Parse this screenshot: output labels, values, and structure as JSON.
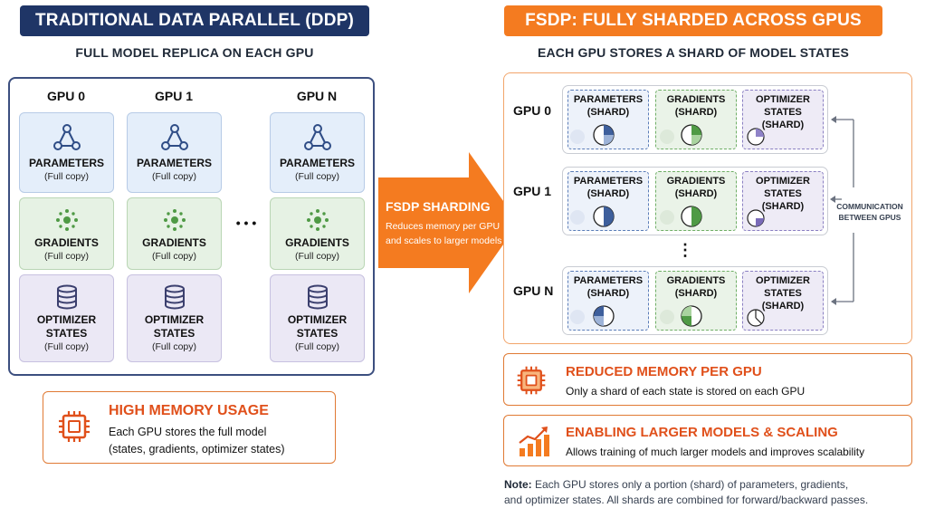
{
  "left": {
    "title": "TRADITIONAL DATA PARALLEL (DDP)",
    "subtitle": "FULL MODEL REPLICA ON EACH GPU",
    "gpus": [
      {
        "name": "GPU 0"
      },
      {
        "name": "GPU 1"
      },
      {
        "name": "GPU N"
      }
    ],
    "ellipsis": "• • •",
    "parameters_label": "PARAMETERS",
    "gradients_label": "GRADIENTS",
    "optimizer_label_1": "OPTIMIZER",
    "optimizer_label_2": "STATES",
    "full_copy": "(Full copy)",
    "callout": {
      "title": "HIGH MEMORY USAGE",
      "line1": "Each GPU stores the full model",
      "line2": "(states, gradients, optimizer states)"
    }
  },
  "arrow": {
    "title": "FSDP SHARDING",
    "line1": "Reduces memory per GPU",
    "line2": "and scales to larger models"
  },
  "right": {
    "title": "FSDP: FULLY SHARDED ACROSS GPUS",
    "subtitle": "EACH GPU STORES A SHARD OF MODEL STATES",
    "rows": [
      {
        "name": "GPU 0"
      },
      {
        "name": "GPU 1"
      },
      {
        "name": "GPU N"
      }
    ],
    "vertical_ellipsis": "⋮",
    "shard_params_1": "PARAMETERS",
    "shard_params_2": "(SHARD)",
    "shard_grads_1": "GRADIENTS",
    "shard_grads_2": "(SHARD)",
    "shard_opt_1": "OPTIMIZER",
    "shard_opt_2": "STATES",
    "shard_opt_3": "(SHARD)",
    "comm_1": "COMMUNICATION",
    "comm_2": "BETWEEN GPUS",
    "callout1": {
      "title": "REDUCED MEMORY PER GPU",
      "text": "Only a shard of each state is stored on each GPU"
    },
    "callout2": {
      "title": "ENABLING LARGER MODELS & SCALING",
      "text": "Allows training of much larger models and improves scalability"
    },
    "note_label": "Note:",
    "note_line1": " Each GPU stores only a portion (shard) of parameters, gradients,",
    "note_line2": "and optimizer states. All shards are combined for forward/backward passes."
  },
  "colors": {
    "navy": "#1f3566",
    "orange": "#f47b20",
    "red": "#e0501b",
    "param_blue": "#4a6fb0",
    "grad_green": "#4f9a45",
    "opt_purple": "#7a6bb8"
  },
  "icons": {
    "parameters": "network-graph-icon",
    "gradients": "dotted-circle-icon",
    "optimizer": "database-icon",
    "memory": "chip-icon",
    "scaling": "growth-chart-icon",
    "shard": "pie-shard-icon"
  }
}
